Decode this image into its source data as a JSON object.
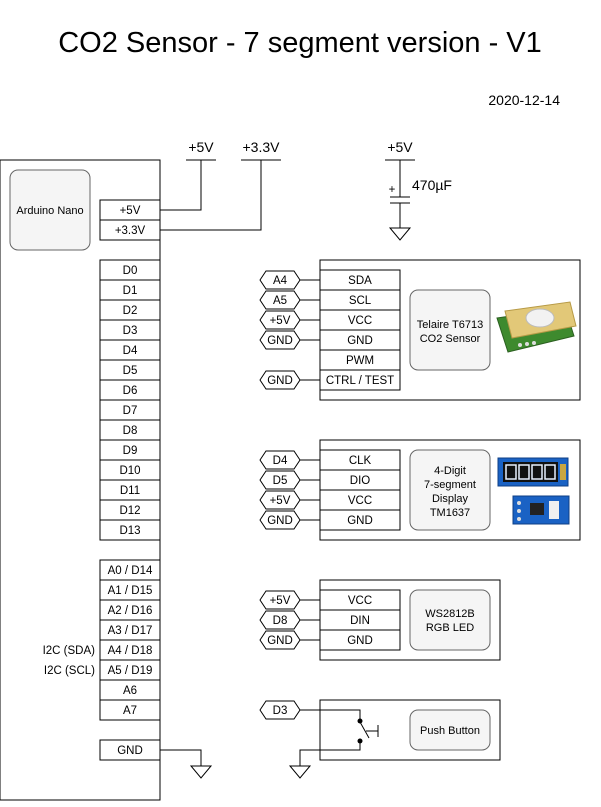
{
  "title": "CO2 Sensor - 7 segment version - V1",
  "date": "2020-12-14",
  "rails": {
    "v5_a": "+5V",
    "v33": "+3.3V",
    "v5_b": "+5V"
  },
  "capacitor": {
    "value": "470µF",
    "plus": "+"
  },
  "arduino": {
    "name": "Arduino Nano",
    "power": [
      "+5V",
      "+3.3V"
    ],
    "digital": [
      "D0",
      "D1",
      "D2",
      "D3",
      "D4",
      "D5",
      "D6",
      "D7",
      "D8",
      "D9",
      "D10",
      "D11",
      "D12",
      "D13"
    ],
    "analog": [
      "A0 / D14",
      "A1 / D15",
      "A2 / D16",
      "A3 / D17",
      "A4 / D18",
      "A5 / D19",
      "A6",
      "A7"
    ],
    "gnd": "GND",
    "i2c_sda": "I2C (SDA)",
    "i2c_scl": "I2C (SCL)"
  },
  "sensor": {
    "name_line1": "Telaire T6713",
    "name_line2": "CO2 Sensor",
    "pins": [
      "SDA",
      "SCL",
      "VCC",
      "GND",
      "PWM",
      "CTRL / TEST"
    ],
    "tags": [
      "A4",
      "A5",
      "+5V",
      "GND",
      "",
      "GND"
    ]
  },
  "display": {
    "name_line1": "4-Digit",
    "name_line2": "7-segment",
    "name_line3": "Display",
    "name_line4": "TM1637",
    "pins": [
      "CLK",
      "DIO",
      "VCC",
      "GND"
    ],
    "tags": [
      "D4",
      "D5",
      "+5V",
      "GND"
    ]
  },
  "led": {
    "name_line1": "WS2812B",
    "name_line2": "RGB LED",
    "pins": [
      "VCC",
      "DIN",
      "GND"
    ],
    "tags": [
      "+5V",
      "D8",
      "GND"
    ]
  },
  "button": {
    "name": "Push Button",
    "tag": "D3"
  },
  "colors": {
    "module_fill": "#f5f5f5",
    "pcb_green": "#3e8a2e",
    "display_blue": "#1a62c4"
  }
}
